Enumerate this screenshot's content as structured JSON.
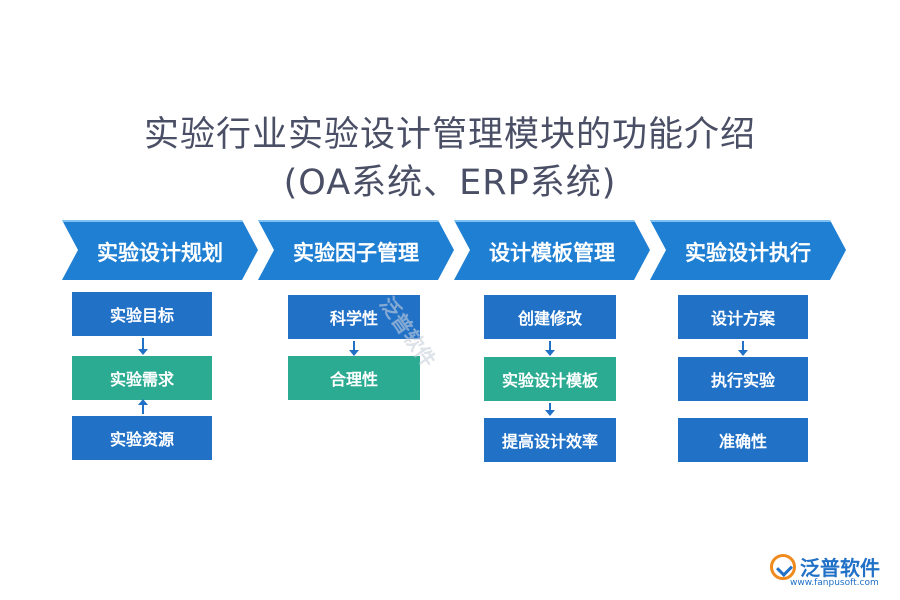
{
  "title": {
    "line1": "实验行业实验设计管理模块的功能介绍",
    "line2": "(OA系统、ERP系统)"
  },
  "columns": [
    {
      "header": "实验设计规划",
      "items": [
        "实验目标",
        "实验需求",
        "实验资源"
      ]
    },
    {
      "header": "实验因子管理",
      "items": [
        "科学性",
        "合理性"
      ]
    },
    {
      "header": "设计模板管理",
      "items": [
        "创建修改",
        "实验设计模板",
        "提高设计效率"
      ]
    },
    {
      "header": "实验设计执行",
      "items": [
        "设计方案",
        "执行实验",
        "准确性"
      ]
    }
  ],
  "watermark": "泛普软件",
  "brand": {
    "name": "泛普软件",
    "url": "www.fanpusoft.com"
  },
  "colors": {
    "header": "#1f7fd3",
    "box_blue": "#2171c7",
    "box_teal": "#2bab92",
    "title": "#4a4f66"
  }
}
